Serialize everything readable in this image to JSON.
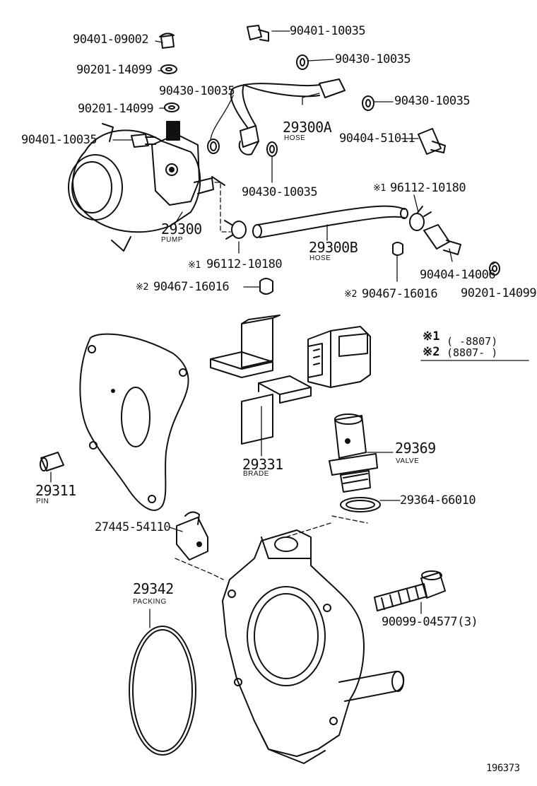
{
  "labels": {
    "p_90401_09002": "90401-09002",
    "p_90201_14099_a": "90201-14099",
    "p_90430_10035_a": "90430-10035",
    "p_90201_14099_b": "90201-14099",
    "p_90401_10035_l": "90401-10035",
    "p_90401_10035_t": "90401-10035",
    "p_90430_10035_t": "90430-10035",
    "p_90430_10035_r": "90430-10035",
    "p_29300A": "29300A",
    "p_hose_a": "HOSE",
    "p_90404_51011": "90404-51011",
    "p_90430_10035_b": "90430-10035",
    "p_96112_r": "96112-10180",
    "p_29300": "29300",
    "p_pump": "PUMP",
    "p_29300B": "29300B",
    "p_hose_b": "HOSE",
    "p_96112_l": "96112-10180",
    "p_90404_14006": "90404-14006",
    "p_90467_l": "90467-16016",
    "p_90467_r": "90467-16016",
    "p_90201_14099_c": "90201-14099",
    "p_29369": "29369",
    "p_valve": "VALVE",
    "p_29331": "29331",
    "p_blade": "BRADE",
    "p_29311": "29311",
    "p_pin": "PIN",
    "p_29364": "29364-66010",
    "p_27445": "27445-54110",
    "p_29342": "29342",
    "p_packing": "PACKING",
    "p_90099": "90099-04577(3)",
    "diagram_number": "196373"
  },
  "markers": {
    "mark1": "※1",
    "mark2": "※2"
  },
  "legend": {
    "row1_mark": "※1",
    "row1_text": "(      -8807)",
    "row2_mark": "※2",
    "row2_text": "(8807-      )"
  },
  "colors": {
    "line": "#111111",
    "background": "#ffffff",
    "shade": "#222222"
  }
}
